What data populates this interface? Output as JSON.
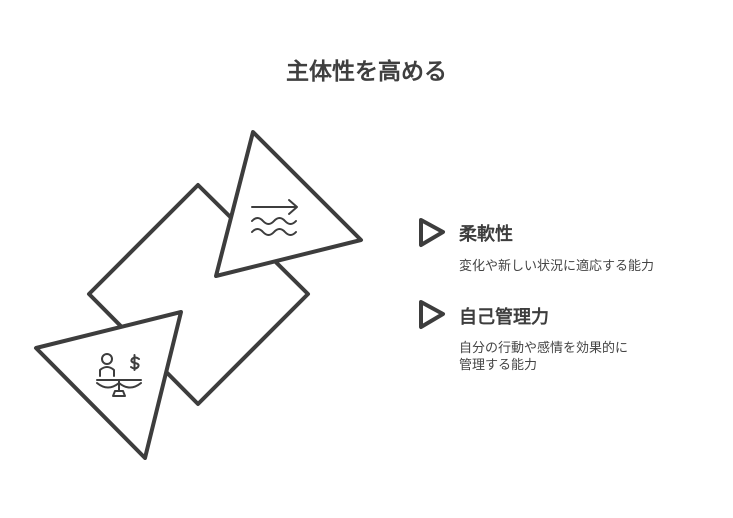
{
  "title": "主体性を高める",
  "items": [
    {
      "heading": "柔軟性",
      "description_lines": [
        "変化や新しい状況に適応する能力"
      ],
      "icon": "waves-arrow-icon"
    },
    {
      "heading": "自己管理力",
      "description_lines": [
        "自分の行動や感情を効果的に",
        "管理する能力"
      ],
      "icon": "person-balance-icon"
    }
  ],
  "colors": {
    "stroke": "#3d3d3d",
    "text": "#3d3d3d",
    "background": "#ffffff"
  }
}
